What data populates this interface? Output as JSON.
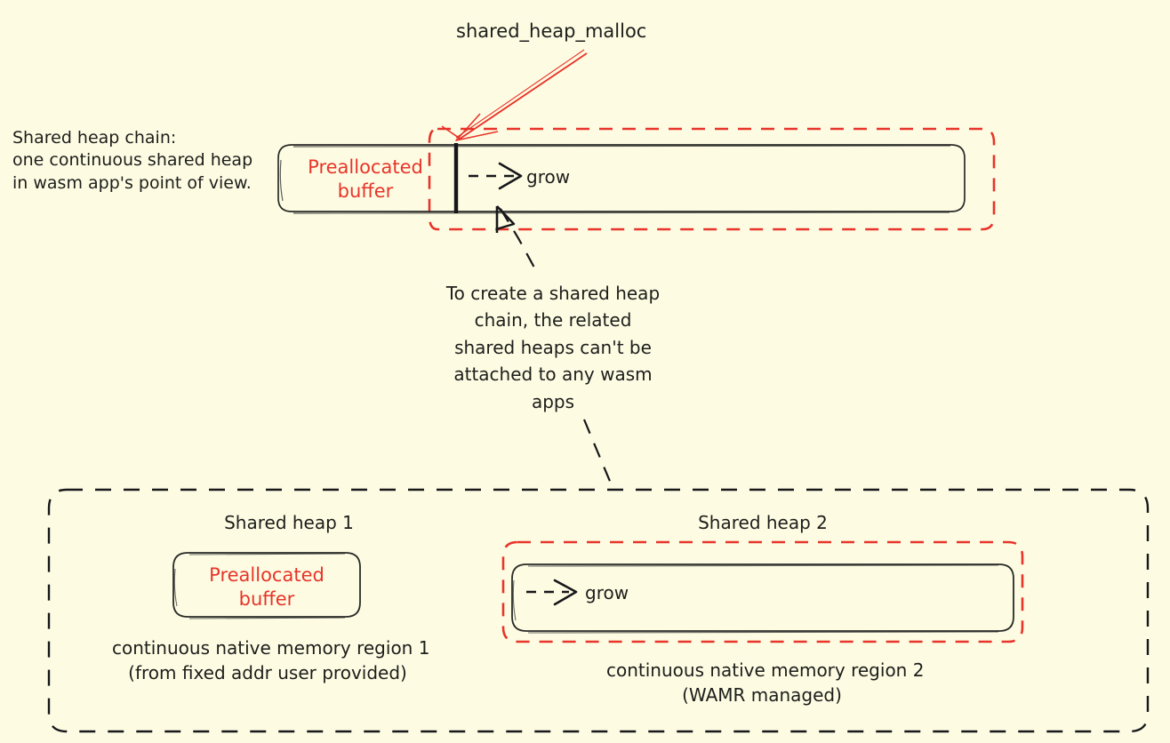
{
  "diagram": {
    "title_label": "shared_heap_malloc",
    "colors": {
      "background": "#fdfce3",
      "ink": "#1d1d1b",
      "accent_red": "#e8342a"
    },
    "caption_chain": "Shared heap chain:\none continuous shared heap\nin wasm app's point of view.",
    "top_bar": {
      "preallocated_label": "Preallocated\nbuffer",
      "grow_label": "grow",
      "malloc_callout": "shared_heap_malloc"
    },
    "note": "To create a shared heap\nchain, the related\nshared heaps can't be\nattached to any wasm\napps",
    "bottom": {
      "shared_heap_1": {
        "title": "Shared heap 1",
        "box_label": "Preallocated\nbuffer",
        "caption": "continuous native memory region 1\n(from fixed addr user provided)"
      },
      "shared_heap_2": {
        "title": "Shared heap 2",
        "grow_label": "grow",
        "caption": "continuous native memory region 2\n(WAMR managed)"
      }
    }
  }
}
